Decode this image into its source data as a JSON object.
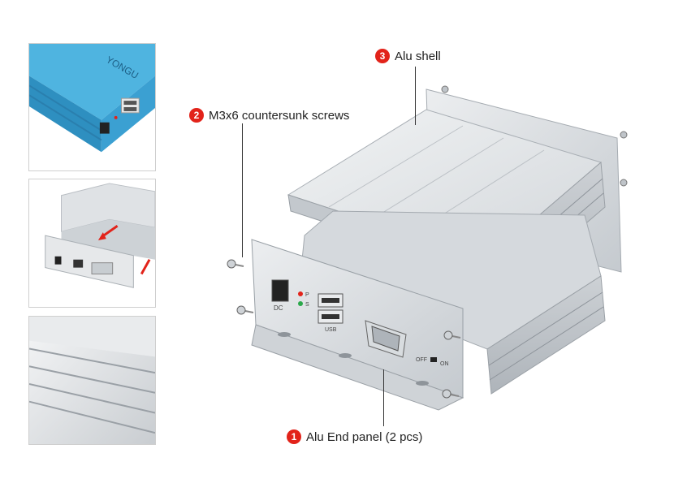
{
  "thumbnails": [
    {
      "brand_text": "YONGU"
    },
    {},
    {}
  ],
  "callouts": [
    {
      "number": "3",
      "label": "Alu shell"
    },
    {
      "number": "2",
      "label": "M3x6 countersunk screws"
    },
    {
      "number": "1",
      "label": "Alu End panel (2 pcs)"
    }
  ],
  "panel_labels": {
    "dc": "DC",
    "led_p": "P",
    "led_s": "S",
    "usb": "USB",
    "off": "OFF",
    "on": "ON"
  },
  "colors": {
    "accent": "#e2231a",
    "shell_blue": "#3aa6d6",
    "aluminum": "#d9dcdf"
  }
}
